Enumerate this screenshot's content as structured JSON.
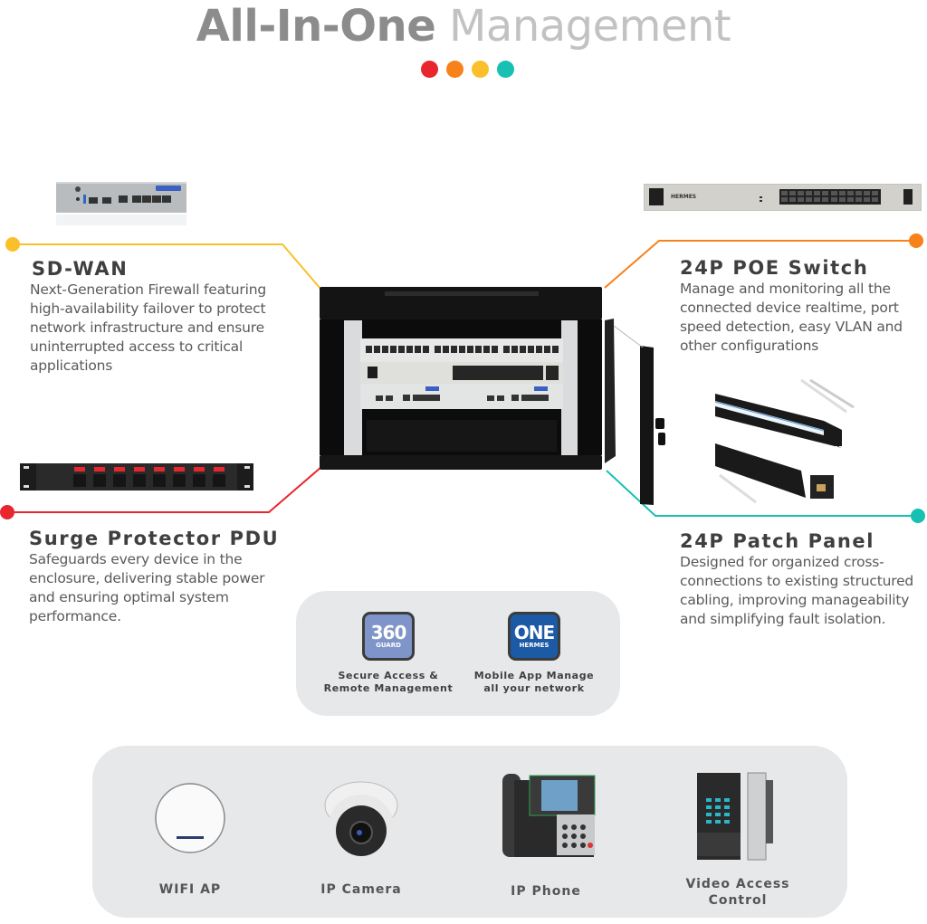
{
  "header": {
    "title_bold": "All-In-One",
    "title_light": "Management",
    "dot_colors": [
      "#e8262e",
      "#f7821b",
      "#fbbf2a",
      "#16c1b4"
    ]
  },
  "connector_colors": {
    "sdwan": "#fbbf2a",
    "switch": "#f7821b",
    "pdu": "#e8262e",
    "patch": "#16c1b4"
  },
  "features": {
    "sdwan": {
      "title": "SD-WAN",
      "description": "Next-Generation Firewall featuring high-availability failover to protect network infrastructure and ensure uninterrupted access to critical applications"
    },
    "switch": {
      "title": "24P POE Switch",
      "description": "Manage and monitoring all the connected device realtime, port speed detection, easy VLAN and other configurations"
    },
    "pdu": {
      "title": "Surge Protector PDU",
      "description": "Safeguards every device in the enclosure, delivering stable power and ensuring optimal system performance."
    },
    "patch": {
      "title": "24P Patch Panel",
      "description": "Designed for organized cross-connections to existing structured cabling, improving manageability and simplifying fault isolation."
    }
  },
  "apps": [
    {
      "icon_big": "360",
      "icon_small": "GUARD",
      "label_line1": "Secure Access &",
      "label_line2": "Remote Management",
      "color": "#7f95c9"
    },
    {
      "icon_big": "ONE",
      "icon_small": "HERMES",
      "label_line1": "Mobile App Manage",
      "label_line2": "all your network",
      "color": "#1d5aa6"
    }
  ],
  "endpoints": [
    {
      "label_line1": "WIFI AP",
      "label_line2": ""
    },
    {
      "label_line1": "IP Camera",
      "label_line2": ""
    },
    {
      "label_line1": "IP Phone",
      "label_line2": ""
    },
    {
      "label_line1": "Video Access",
      "label_line2": "Control"
    }
  ],
  "brand_text": "HERMES"
}
